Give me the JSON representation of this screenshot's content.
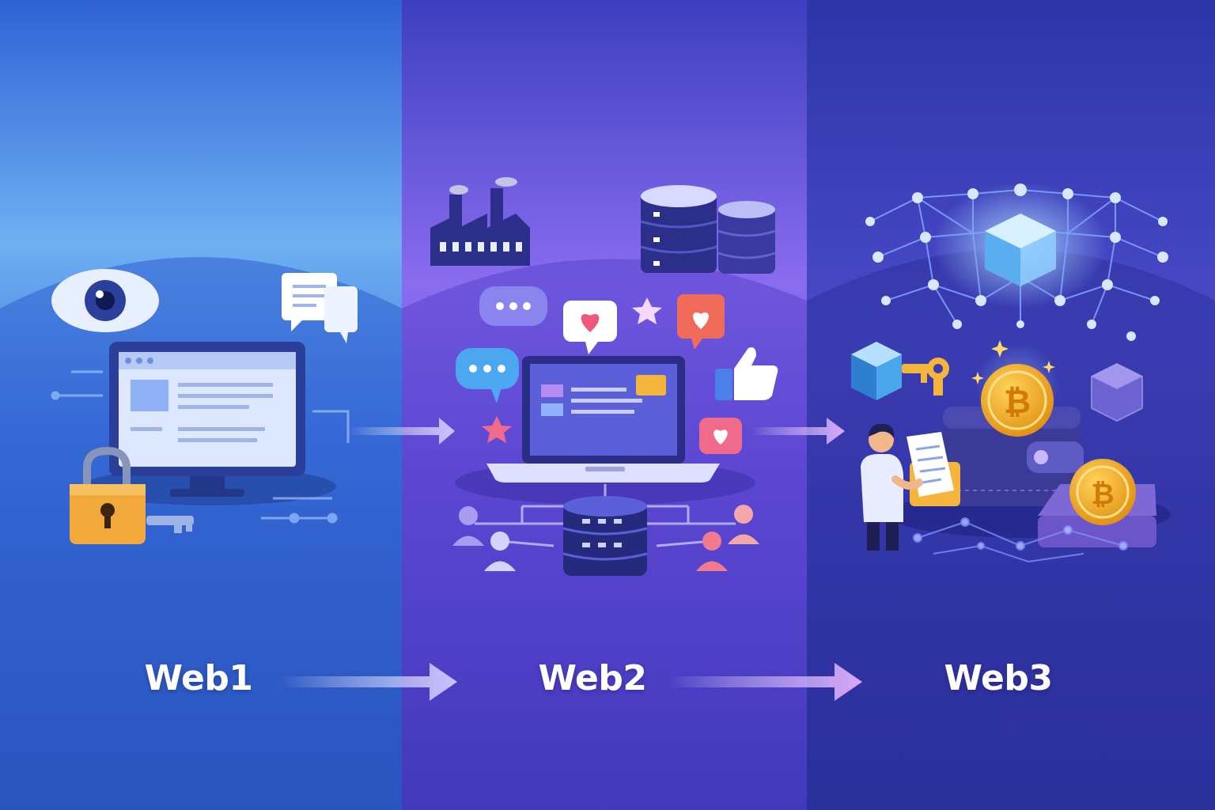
{
  "stages": [
    {
      "label": "Web1",
      "icons": [
        "eye-icon",
        "chat-bubbles-icon",
        "monitor-icon",
        "padlock-icon",
        "key-icon"
      ]
    },
    {
      "label": "Web2",
      "icons": [
        "factory-icon",
        "database-icon",
        "laptop-icon",
        "heart-bubble-icon",
        "thumbs-up-icon",
        "chat-bubble-icon",
        "star-icon",
        "users-icon"
      ]
    },
    {
      "label": "Web3",
      "icons": [
        "blockchain-network-icon",
        "cube-icon",
        "key-icon",
        "bitcoin-coin-icon",
        "wallet-icon",
        "person-document-icon"
      ]
    }
  ],
  "colors": {
    "panel_web1": "#3f7fe6",
    "panel_web2": "#6a52e0",
    "panel_web3": "#3b3fc0",
    "accent_orange": "#f2a93b",
    "accent_pink": "#f06b8b",
    "coin_gold": "#f5b31f"
  }
}
